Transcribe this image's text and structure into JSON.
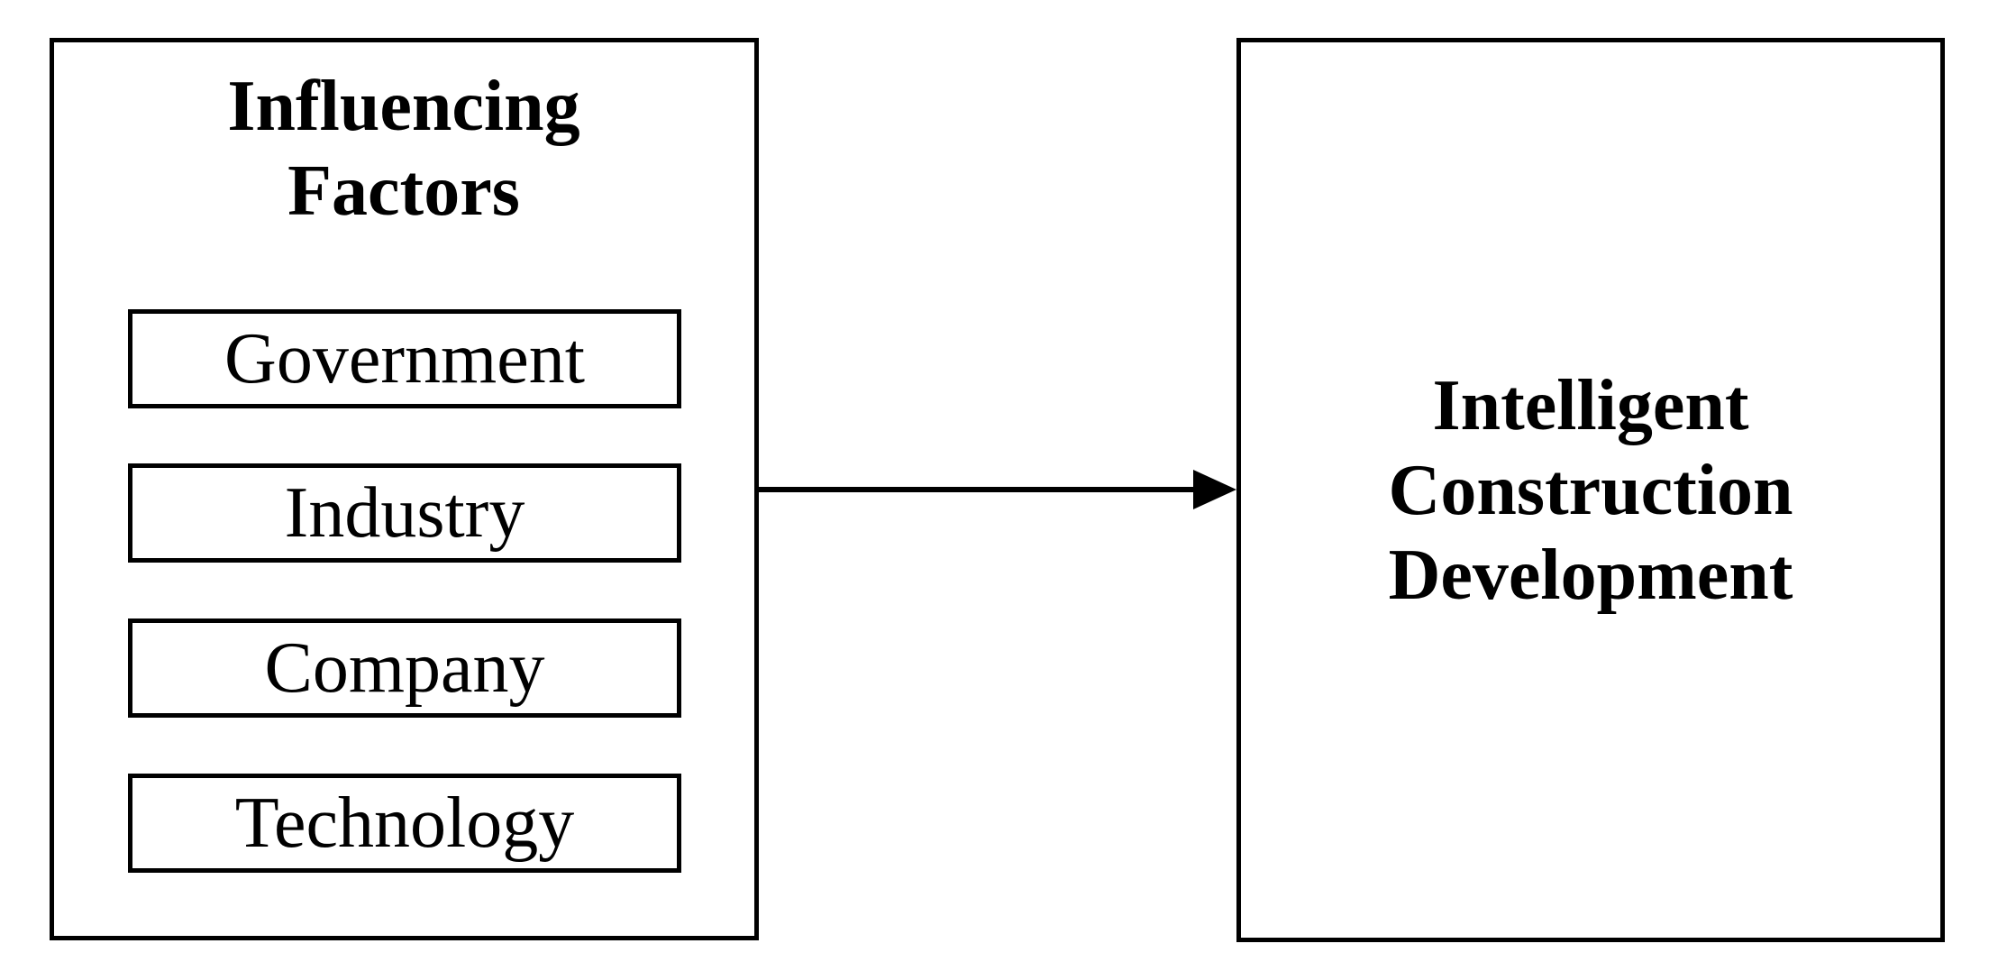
{
  "diagram": {
    "background_color": "#ffffff",
    "stroke_color": "#000000",
    "left_panel": {
      "title": "Influencing Factors",
      "factors": [
        "Government",
        "Industry",
        "Company",
        "Technology"
      ]
    },
    "right_panel": {
      "title": "Intelligent Construction Development"
    },
    "edge": {
      "from": "Influencing Factors",
      "to": "Intelligent Construction Development",
      "type": "arrow-right"
    }
  }
}
